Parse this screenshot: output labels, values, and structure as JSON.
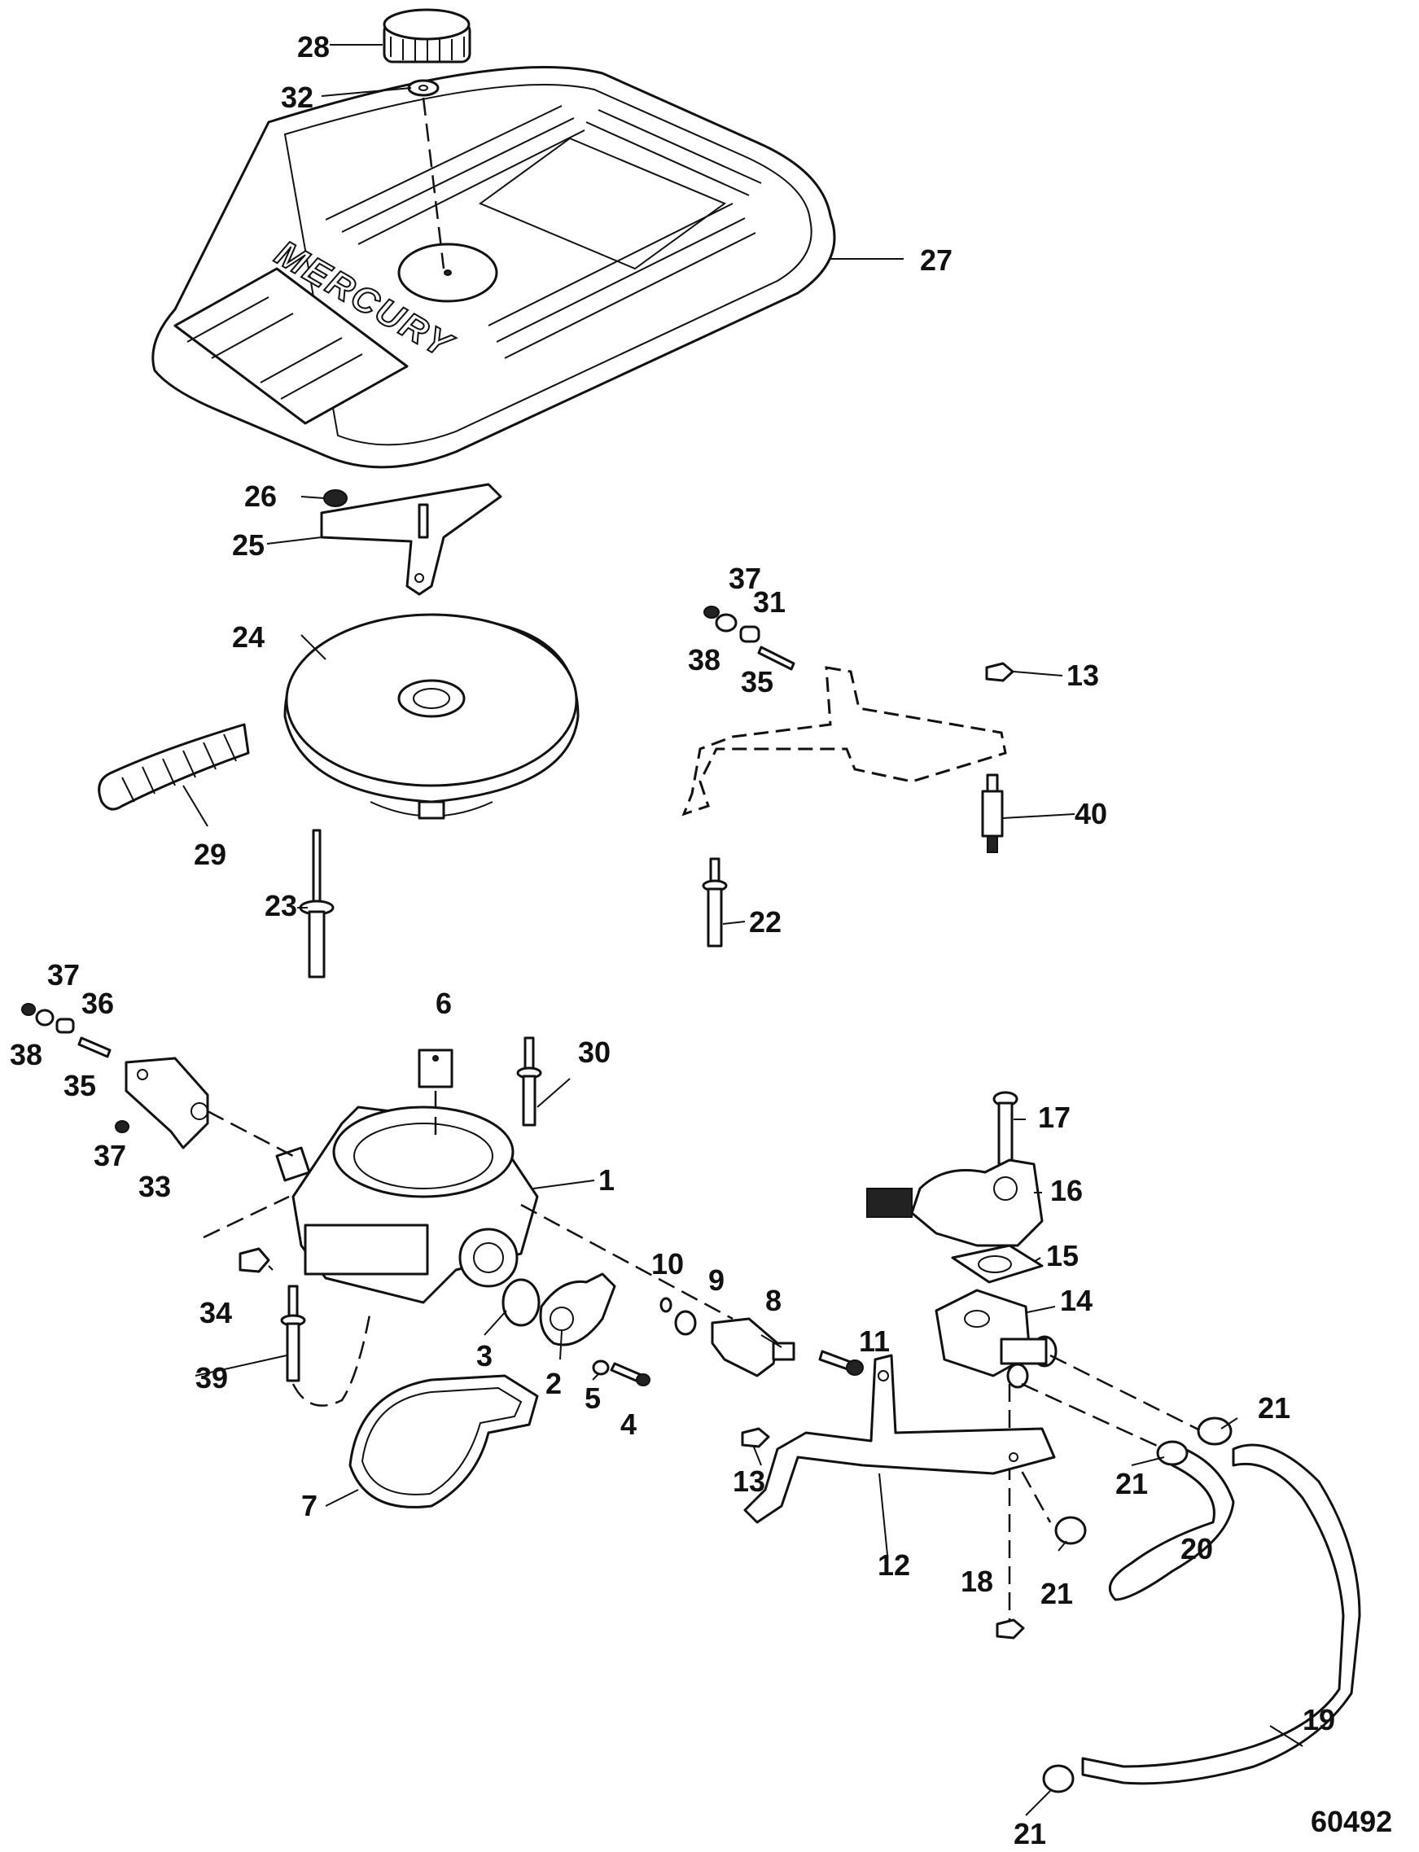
{
  "figure_number": "60492",
  "brand_logo_text": "MERCURY",
  "callouts": [
    {
      "id": "c28a",
      "label": "28"
    },
    {
      "id": "c32a",
      "label": "32"
    },
    {
      "id": "c27a",
      "label": "27"
    },
    {
      "id": "c26a",
      "label": "26"
    },
    {
      "id": "c25a",
      "label": "25"
    },
    {
      "id": "c24a",
      "label": "24"
    },
    {
      "id": "c29a",
      "label": "29"
    },
    {
      "id": "c23a",
      "label": "23"
    },
    {
      "id": "c37a",
      "label": "37"
    },
    {
      "id": "c31a",
      "label": "31"
    },
    {
      "id": "c38a",
      "label": "38"
    },
    {
      "id": "c35a",
      "label": "35"
    },
    {
      "id": "c13a",
      "label": "13"
    },
    {
      "id": "c40a",
      "label": "40"
    },
    {
      "id": "c22a",
      "label": "22"
    },
    {
      "id": "c37b",
      "label": "37"
    },
    {
      "id": "c36a",
      "label": "36"
    },
    {
      "id": "c38b",
      "label": "38"
    },
    {
      "id": "c35b",
      "label": "35"
    },
    {
      "id": "c37c",
      "label": "37"
    },
    {
      "id": "c33a",
      "label": "33"
    },
    {
      "id": "c6a",
      "label": "6"
    },
    {
      "id": "c30a",
      "label": "30"
    },
    {
      "id": "c1a",
      "label": "1"
    },
    {
      "id": "c17a",
      "label": "17"
    },
    {
      "id": "c16a",
      "label": "16"
    },
    {
      "id": "c15a",
      "label": "15"
    },
    {
      "id": "c14a",
      "label": "14"
    },
    {
      "id": "c10a",
      "label": "10"
    },
    {
      "id": "c9a",
      "label": "9"
    },
    {
      "id": "c8a",
      "label": "8"
    },
    {
      "id": "c34a",
      "label": "34"
    },
    {
      "id": "c3a",
      "label": "3"
    },
    {
      "id": "c2a",
      "label": "2"
    },
    {
      "id": "c5a",
      "label": "5"
    },
    {
      "id": "c4a",
      "label": "4"
    },
    {
      "id": "c11a",
      "label": "11"
    },
    {
      "id": "c39a",
      "label": "39"
    },
    {
      "id": "c21a",
      "label": "21"
    },
    {
      "id": "c21b",
      "label": "21"
    },
    {
      "id": "c13b",
      "label": "13"
    },
    {
      "id": "c7a",
      "label": "7"
    },
    {
      "id": "c12a",
      "label": "12"
    },
    {
      "id": "c18a",
      "label": "18"
    },
    {
      "id": "c21c",
      "label": "21"
    },
    {
      "id": "c20a",
      "label": "20"
    },
    {
      "id": "c19a",
      "label": "19"
    },
    {
      "id": "c21d",
      "label": "21"
    }
  ]
}
